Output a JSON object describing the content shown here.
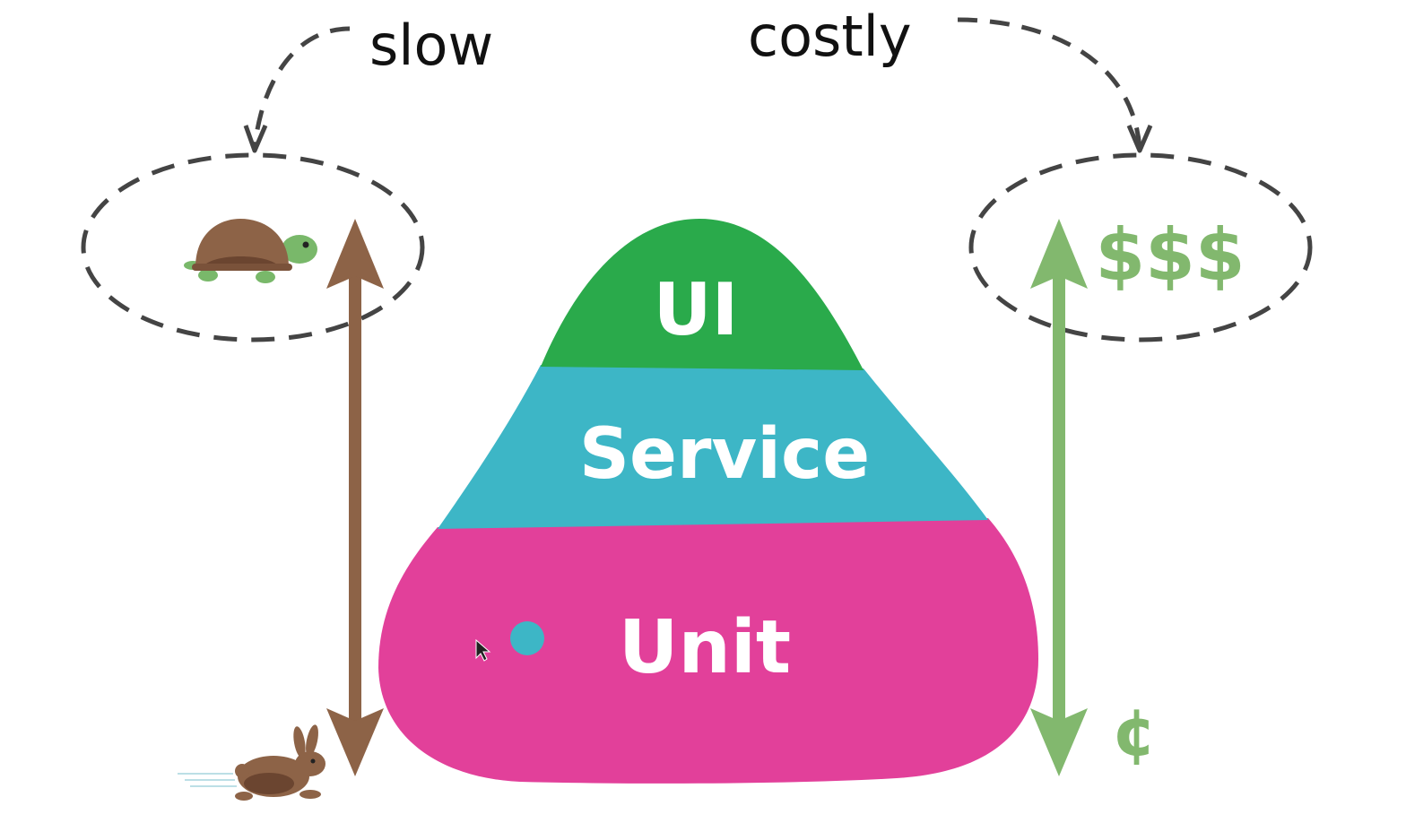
{
  "annotations": {
    "slow": "slow",
    "costly": "costly"
  },
  "pyramid": {
    "layers": [
      {
        "label": "UI",
        "color": "#2aaa4b"
      },
      {
        "label": "Service",
        "color": "#3db6c6"
      },
      {
        "label": "Unit",
        "color": "#e2409a"
      }
    ]
  },
  "speed_axis": {
    "color": "#8d6347",
    "top_icon": "turtle-icon",
    "bottom_icon": "rabbit-icon"
  },
  "cost_axis": {
    "color": "#82b86e",
    "top_label": "$$$",
    "bottom_label": "¢"
  },
  "ellipse_color": "#444444"
}
